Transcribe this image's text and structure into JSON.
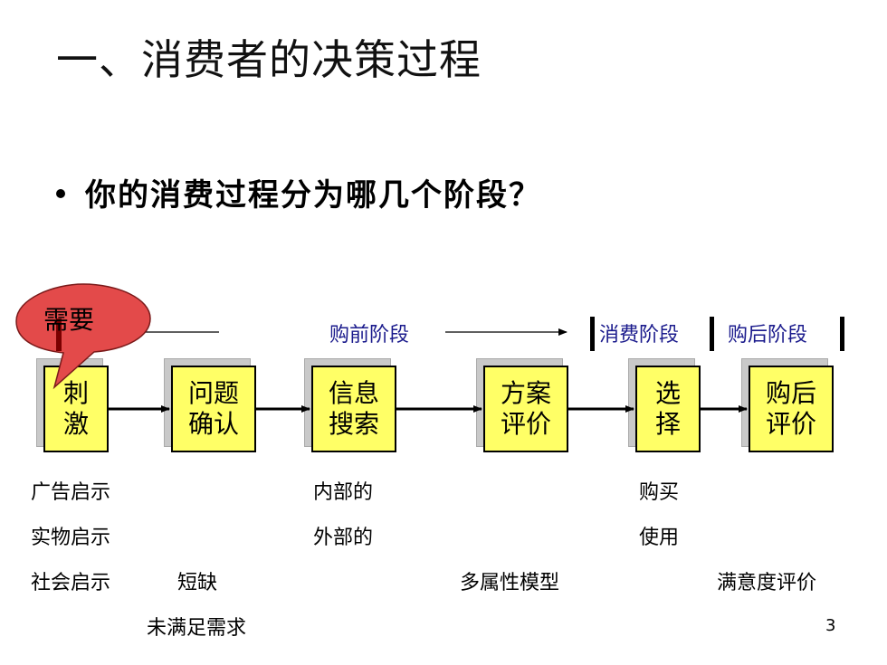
{
  "title": "一、消费者的决策过程",
  "question": "你的消费过程分为哪几个阶段？",
  "callout": "需要",
  "stages": {
    "pre_purchase": "购前阶段",
    "consumption": "消费阶段",
    "post_purchase": "购后阶段"
  },
  "steps": [
    {
      "line1": "刺",
      "line2": "激"
    },
    {
      "line1": "问题",
      "line2": "确认"
    },
    {
      "line1": "信息",
      "line2": "搜索"
    },
    {
      "line1": "方案",
      "line2": "评价"
    },
    {
      "line1": "选",
      "line2": "择"
    },
    {
      "line1": "购后",
      "line2": "评价"
    }
  ],
  "notes": {
    "stimulus": [
      "广告启示",
      "实物启示",
      "社会启示"
    ],
    "problem": [
      "短缺",
      "未满足需求"
    ],
    "search": [
      "内部的",
      "外部的"
    ],
    "evaluation": [
      "多属性模型"
    ],
    "choice": [
      "购买",
      "使用"
    ],
    "post": [
      "满意度评价"
    ]
  },
  "page_number": "3",
  "colors": {
    "box_fill": "#ffff66",
    "callout_fill": "#e34a4a",
    "stage_text": "#1a1a8c"
  }
}
